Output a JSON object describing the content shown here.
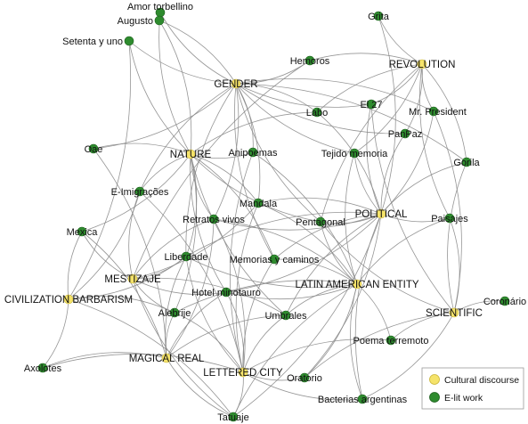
{
  "legend": {
    "items": [
      {
        "label": "Cultural discourse",
        "color": "#f5e36a",
        "stroke": "#c9b436"
      },
      {
        "label": "E-lit work",
        "color": "#2e8b2e",
        "stroke": "#1d5f1d"
      }
    ]
  },
  "colors": {
    "discourse": "#f5e36a",
    "work": "#2e8b2e",
    "edge": "#8a8a8a"
  },
  "discourses": [
    "GENDER",
    "REVOLUTION",
    "NATURE",
    "POLITICAL",
    "MESTIZAJE",
    "CIVILIZATION BARBARISM",
    "LATIN AMERICAN ENTITY",
    "SCIENTIFIC",
    "MAGICAL REAL",
    "LETTERED CITY"
  ],
  "works": [
    "Amor torbellino",
    "Augusto",
    "Grita",
    "Setenta y uno",
    "Hemoros",
    "Labo",
    "El 27",
    "Mr. President",
    "PanPaz",
    "Oae",
    "Anipoemas",
    "Tejido memoria",
    "Gorila",
    "E-Imigrações",
    "Mandala",
    "Retratos vivos",
    "Pentagonal",
    "Paisajes",
    "Mexica",
    "Liberdade",
    "Memorias y caminos",
    "Hotel minotauro",
    "Coronário",
    "Alebrije",
    "Umbrales",
    "Poema terremoto",
    "Axolotes",
    "Oratorio",
    "Bacterias argentinas",
    "Tatuaje"
  ],
  "edges": [
    [
      "GENDER",
      "Amor torbellino"
    ],
    [
      "GENDER",
      "Augusto"
    ],
    [
      "GENDER",
      "Setenta y uno"
    ],
    [
      "GENDER",
      "Hemoros"
    ],
    [
      "GENDER",
      "Labo"
    ],
    [
      "GENDER",
      "El 27"
    ],
    [
      "GENDER",
      "Anipoemas"
    ],
    [
      "GENDER",
      "Tejido memoria"
    ],
    [
      "GENDER",
      "Mandala"
    ],
    [
      "GENDER",
      "Pentagonal"
    ],
    [
      "GENDER",
      "Retratos vivos"
    ],
    [
      "GENDER",
      "E-Imigrações"
    ],
    [
      "GENDER",
      "Oae"
    ],
    [
      "GENDER",
      "Liberdade"
    ],
    [
      "GENDER",
      "Gorila"
    ],
    [
      "GENDER",
      "PanPaz"
    ],
    [
      "GENDER",
      "Mr. President"
    ],
    [
      "GENDER",
      "Memorias y caminos"
    ],
    [
      "REVOLUTION",
      "Grita"
    ],
    [
      "REVOLUTION",
      "Hemoros"
    ],
    [
      "REVOLUTION",
      "El 27"
    ],
    [
      "REVOLUTION",
      "Mr. President"
    ],
    [
      "REVOLUTION",
      "PanPaz"
    ],
    [
      "REVOLUTION",
      "Labo"
    ],
    [
      "REVOLUTION",
      "Gorila"
    ],
    [
      "REVOLUTION",
      "Paisajes"
    ],
    [
      "REVOLUTION",
      "Tejido memoria"
    ],
    [
      "REVOLUTION",
      "Pentagonal"
    ],
    [
      "NATURE",
      "Amor torbellino"
    ],
    [
      "NATURE",
      "Augusto"
    ],
    [
      "NATURE",
      "Setenta y uno"
    ],
    [
      "NATURE",
      "Anipoemas"
    ],
    [
      "NATURE",
      "Mandala"
    ],
    [
      "NATURE",
      "Retratos vivos"
    ],
    [
      "NATURE",
      "Liberdade"
    ],
    [
      "NATURE",
      "E-Imigrações"
    ],
    [
      "NATURE",
      "Mexica"
    ],
    [
      "NATURE",
      "Oae"
    ],
    [
      "NATURE",
      "Labo"
    ],
    [
      "NATURE",
      "Pentagonal"
    ],
    [
      "NATURE",
      "Memorias y caminos"
    ],
    [
      "NATURE",
      "Hotel minotauro"
    ],
    [
      "NATURE",
      "Alebrije"
    ],
    [
      "NATURE",
      "Umbrales"
    ],
    [
      "POLITICAL",
      "El 27"
    ],
    [
      "POLITICAL",
      "Labo"
    ],
    [
      "POLITICAL",
      "Tejido memoria"
    ],
    [
      "POLITICAL",
      "Mandala"
    ],
    [
      "POLITICAL",
      "Pentagonal"
    ],
    [
      "POLITICAL",
      "Paisajes"
    ],
    [
      "POLITICAL",
      "Gorila"
    ],
    [
      "POLITICAL",
      "Grita"
    ],
    [
      "POLITICAL",
      "Retratos vivos"
    ],
    [
      "POLITICAL",
      "Memorias y caminos"
    ],
    [
      "POLITICAL",
      "Hotel minotauro"
    ],
    [
      "POLITICAL",
      "Umbrales"
    ],
    [
      "POLITICAL",
      "Oratorio"
    ],
    [
      "POLITICAL",
      "Bacterias argentinas"
    ],
    [
      "POLITICAL",
      "Tatuaje"
    ],
    [
      "POLITICAL",
      "Liberdade"
    ],
    [
      "POLITICAL",
      "PanPaz"
    ],
    [
      "POLITICAL",
      "Mr. President"
    ],
    [
      "MESTIZAJE",
      "Mexica"
    ],
    [
      "MESTIZAJE",
      "Liberdade"
    ],
    [
      "MESTIZAJE",
      "E-Imigrações"
    ],
    [
      "MESTIZAJE",
      "Alebrije"
    ],
    [
      "MESTIZAJE",
      "Retratos vivos"
    ],
    [
      "MESTIZAJE",
      "Mandala"
    ],
    [
      "MESTIZAJE",
      "Hemoros"
    ],
    [
      "MESTIZAJE",
      "Tatuaje"
    ],
    [
      "MESTIZAJE",
      "Umbrales"
    ],
    [
      "MESTIZAJE",
      "Hotel minotauro"
    ],
    [
      "CIVILIZATION BARBARISM",
      "Mexica"
    ],
    [
      "CIVILIZATION BARBARISM",
      "E-Imigrações"
    ],
    [
      "CIVILIZATION BARBARISM",
      "Axolotes"
    ],
    [
      "CIVILIZATION BARBARISM",
      "Liberdade"
    ],
    [
      "CIVILIZATION BARBARISM",
      "Tatuaje"
    ],
    [
      "CIVILIZATION BARBARISM",
      "Setenta y uno"
    ],
    [
      "CIVILIZATION BARBARISM",
      "Alebrije"
    ],
    [
      "LATIN AMERICAN ENTITY",
      "Mandala"
    ],
    [
      "LATIN AMERICAN ENTITY",
      "Pentagonal"
    ],
    [
      "LATIN AMERICAN ENTITY",
      "Memorias y caminos"
    ],
    [
      "LATIN AMERICAN ENTITY",
      "Hotel minotauro"
    ],
    [
      "LATIN AMERICAN ENTITY",
      "Umbrales"
    ],
    [
      "LATIN AMERICAN ENTITY",
      "Oratorio"
    ],
    [
      "LATIN AMERICAN ENTITY",
      "Bacterias argentinas"
    ],
    [
      "LATIN AMERICAN ENTITY",
      "Poema terremoto"
    ],
    [
      "LATIN AMERICAN ENTITY",
      "Tatuaje"
    ],
    [
      "LATIN AMERICAN ENTITY",
      "Liberdade"
    ],
    [
      "LATIN AMERICAN ENTITY",
      "Retratos vivos"
    ],
    [
      "LATIN AMERICAN ENTITY",
      "Paisajes"
    ],
    [
      "LATIN AMERICAN ENTITY",
      "Alebrije"
    ],
    [
      "LATIN AMERICAN ENTITY",
      "Tejido memoria"
    ],
    [
      "LATIN AMERICAN ENTITY",
      "Anipoemas"
    ],
    [
      "SCIENTIFIC",
      "Coronário"
    ],
    [
      "SCIENTIFIC",
      "Poema terremoto"
    ],
    [
      "SCIENTIFIC",
      "Bacterias argentinas"
    ],
    [
      "SCIENTIFIC",
      "Paisajes"
    ],
    [
      "SCIENTIFIC",
      "Gorila"
    ],
    [
      "SCIENTIFIC",
      "Mr. President"
    ],
    [
      "SCIENTIFIC",
      "El 27"
    ],
    [
      "SCIENTIFIC",
      "Oratorio"
    ],
    [
      "SCIENTIFIC",
      "Pentagonal"
    ],
    [
      "MAGICAL REAL",
      "Axolotes"
    ],
    [
      "MAGICAL REAL",
      "Alebrije"
    ],
    [
      "MAGICAL REAL",
      "Mexica"
    ],
    [
      "MAGICAL REAL",
      "Liberdade"
    ],
    [
      "MAGICAL REAL",
      "Tatuaje"
    ],
    [
      "MAGICAL REAL",
      "Hotel minotauro"
    ],
    [
      "MAGICAL REAL",
      "Retratos vivos"
    ],
    [
      "MAGICAL REAL",
      "Umbrales"
    ],
    [
      "MAGICAL REAL",
      "Oae"
    ],
    [
      "LETTERED CITY",
      "Tatuaje"
    ],
    [
      "LETTERED CITY",
      "Oratorio"
    ],
    [
      "LETTERED CITY",
      "Umbrales"
    ],
    [
      "LETTERED CITY",
      "Hotel minotauro"
    ],
    [
      "LETTERED CITY",
      "Memorias y caminos"
    ],
    [
      "LETTERED CITY",
      "Alebrije"
    ],
    [
      "LETTERED CITY",
      "Liberdade"
    ],
    [
      "LETTERED CITY",
      "Retratos vivos"
    ],
    [
      "LETTERED CITY",
      "Mandala"
    ],
    [
      "LETTERED CITY",
      "Bacterias argentinas"
    ],
    [
      "LETTERED CITY",
      "Poema terremoto"
    ],
    [
      "LETTERED CITY",
      "Axolotes"
    ],
    [
      "LETTERED CITY",
      "Anipoemas"
    ],
    [
      "LETTERED CITY",
      "E-Imigrações"
    ]
  ]
}
